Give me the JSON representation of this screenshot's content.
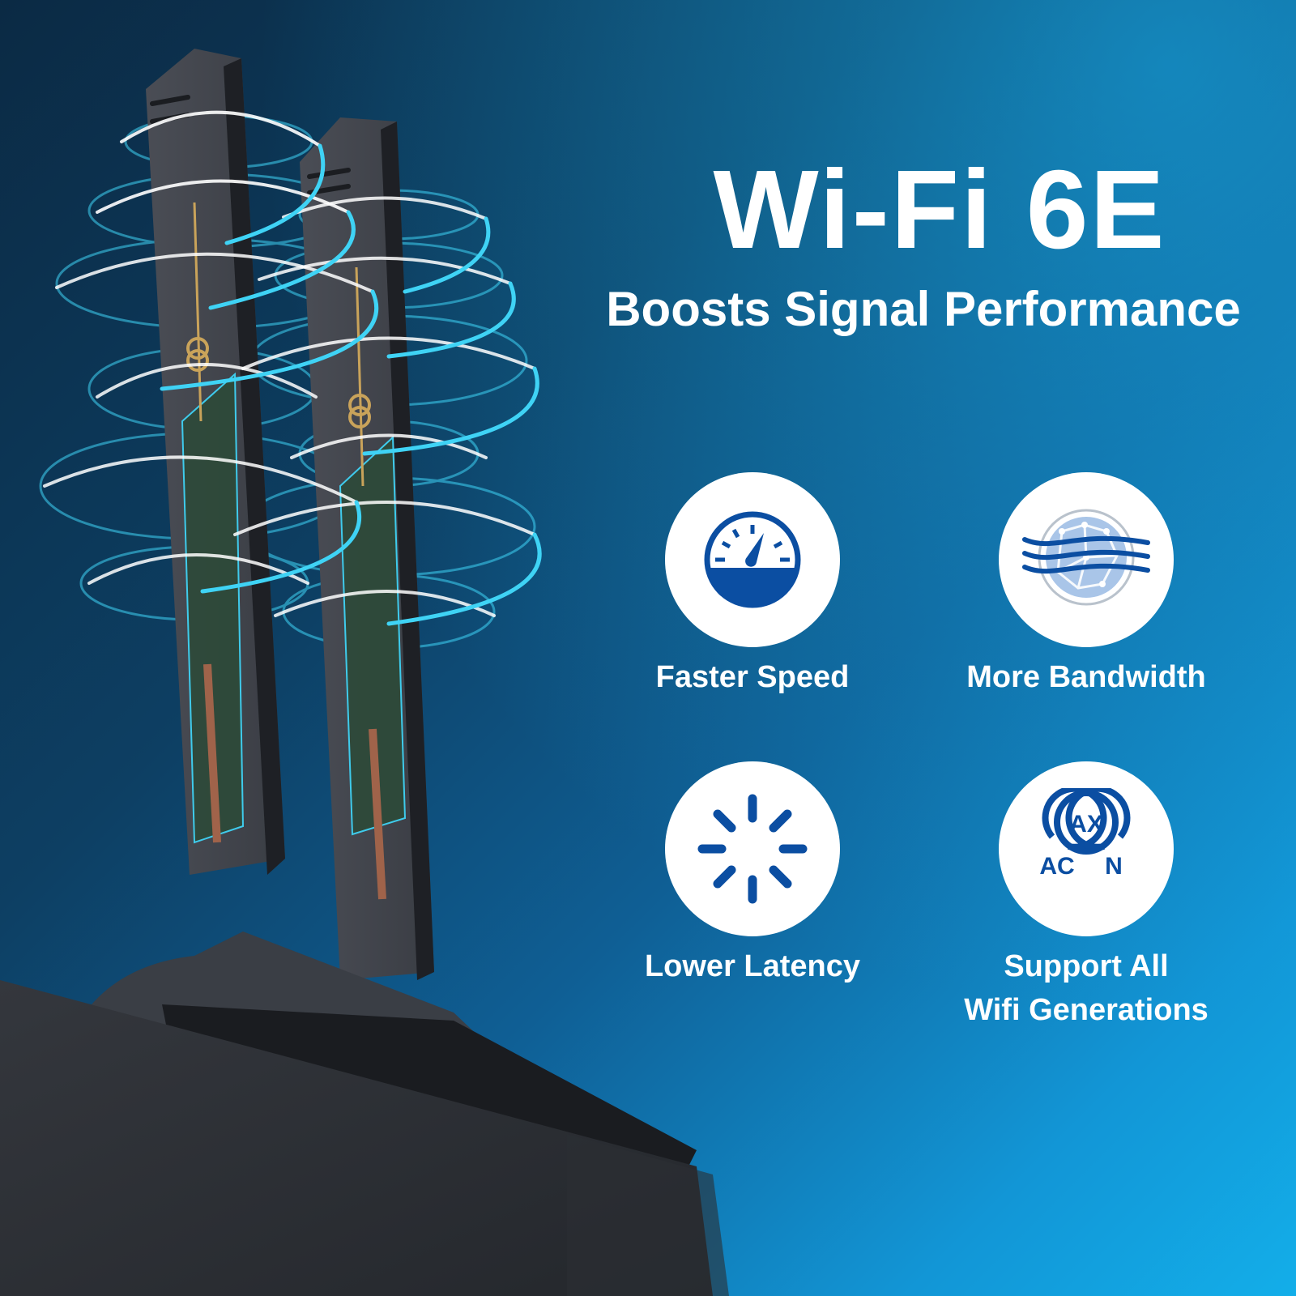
{
  "hero": {
    "title": "Wi-Fi 6E",
    "subtitle": "Boosts Signal Performance"
  },
  "features": [
    {
      "label": "Faster Speed",
      "icon": "speedometer-icon"
    },
    {
      "label": "More Bandwidth",
      "icon": "globe-waves-icon"
    },
    {
      "label": "Lower Latency",
      "icon": "loading-spinner-icon"
    },
    {
      "label": "Support All Wifi Generations",
      "label_line1": "Support All",
      "label_line2": "Wifi Generations",
      "icon": "wifi-generations-icon",
      "icon_text": {
        "top": "AX",
        "left": "AC",
        "right": "N"
      }
    }
  ],
  "product": {
    "description": "Dual Wi-Fi 6E antennas with magnetic base, signal waves radiating"
  },
  "colors": {
    "icon_blue": "#0b4ea2",
    "wave_cyan": "#3fd3f5",
    "background_dark": "#0b2a44",
    "background_light": "#13aee9",
    "antenna_gray": "#3a3d44"
  }
}
